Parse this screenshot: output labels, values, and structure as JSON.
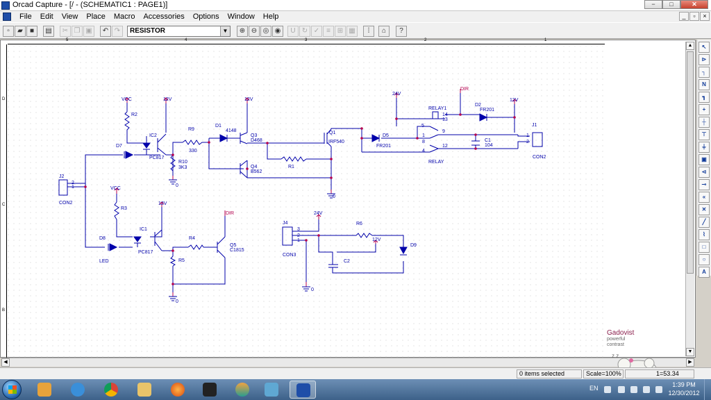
{
  "window": {
    "title": "Orcad Capture - [/ - (SCHEMATIC1 : PAGE1)]",
    "controls": [
      "−",
      "□",
      "✕"
    ]
  },
  "menu": [
    "File",
    "Edit",
    "View",
    "Place",
    "Macro",
    "Accessories",
    "Options",
    "Window",
    "Help"
  ],
  "mdi_controls": [
    "_",
    "▫",
    "×"
  ],
  "toolbar": {
    "part_combo_value": "RESISTOR"
  },
  "ruler": {
    "top": [
      "5",
      "4",
      "3",
      "2",
      "1"
    ],
    "left": [
      "D",
      "C",
      "B"
    ]
  },
  "schematic": {
    "labels": {
      "vcc1": "VCC",
      "r2": "R2",
      "ic2": "IC2",
      "pc817a": "PC817",
      "d7": "D7",
      "twelve1": "12V",
      "r9": "R9",
      "r9v": "330",
      "d1": "D1",
      "d1v": "4148",
      "r10": "R10",
      "r10v": "3K3",
      "gnd1": "0",
      "q3": "Q3",
      "q3v": "D468",
      "q4": "Q4",
      "q4v": "B562",
      "twelve2": "12V",
      "r1": "R1",
      "q1": "Q1",
      "q1v": "IRF540",
      "gnd2": "0",
      "vcc2": "VCC",
      "r3": "R3",
      "ic1": "IC1",
      "pc817b": "PC817",
      "twelve3": "12V",
      "d8": "D8",
      "led": "LED",
      "r4": "R4",
      "r5": "R5",
      "q5": "Q5",
      "q5v": "C1815",
      "dir1": "DIR",
      "gnd3": "0",
      "j2": "J2",
      "con2a": "CON2",
      "j2p2": "2",
      "j2p1": "1",
      "j4": "J4",
      "con3": "CON3",
      "j4p3": "3",
      "j4p2": "2",
      "j4p1": "1",
      "v24a": "24V",
      "r6": "R6",
      "twelve4": "12V",
      "d9": "D9",
      "c2": "C2",
      "gnd4": "0",
      "v24b": "24V",
      "dir2": "DIR",
      "relay1": "RELAY1",
      "d2": "D2",
      "d2v": "FR201",
      "twelve5": "12V",
      "p14": "14",
      "p13": "13",
      "p5": "5",
      "p9": "9",
      "p1": "1",
      "p8": "8",
      "p12": "12",
      "p4": "4",
      "d5": "D5",
      "d5v": "FR201",
      "c1": "C1",
      "c1v": "104",
      "relay": "RELAY",
      "j1": "J1",
      "j1p1": "1",
      "j1p2": "2",
      "con2b": "CON2"
    }
  },
  "status": {
    "items_selected": "0 items selected",
    "scale": "Scale=100%",
    "coords": "1=53.34"
  },
  "taskbar": {
    "lang": "EN",
    "time": "1:39 PM",
    "date": "12/30/2012"
  },
  "watermark": {
    "brand": "Gadovist",
    "tagline1": "powerful",
    "tagline2": "contrast"
  },
  "colors": {
    "wire": "#0000aa",
    "net": "#b4004e",
    "component": "#0000aa"
  }
}
